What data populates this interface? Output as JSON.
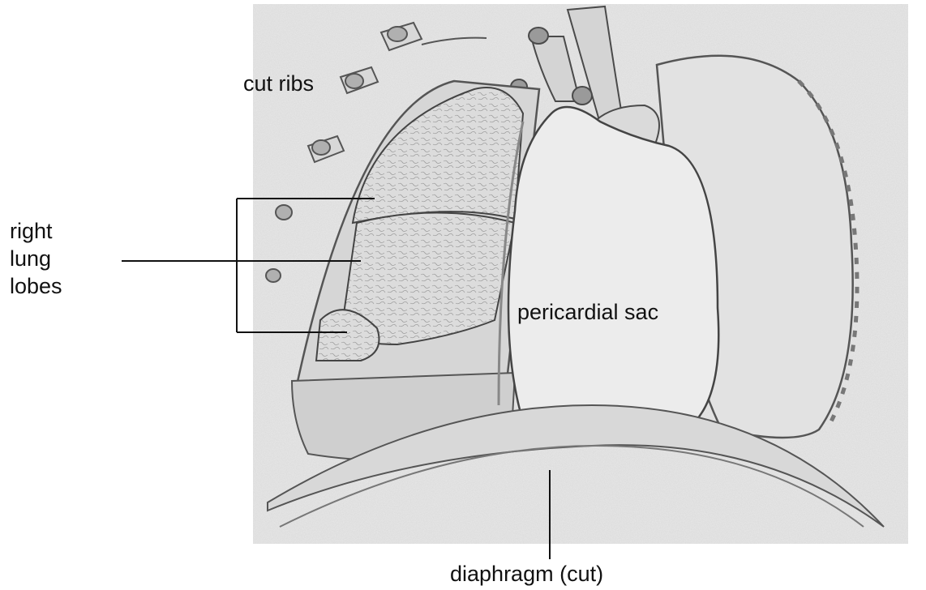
{
  "labels": {
    "cut_ribs": "cut ribs",
    "right_lung_lobes": [
      "right",
      "lung",
      "lobes"
    ],
    "pericardial_sac": "pericardial sac",
    "diaphragm": "diaphragm (cut)"
  }
}
